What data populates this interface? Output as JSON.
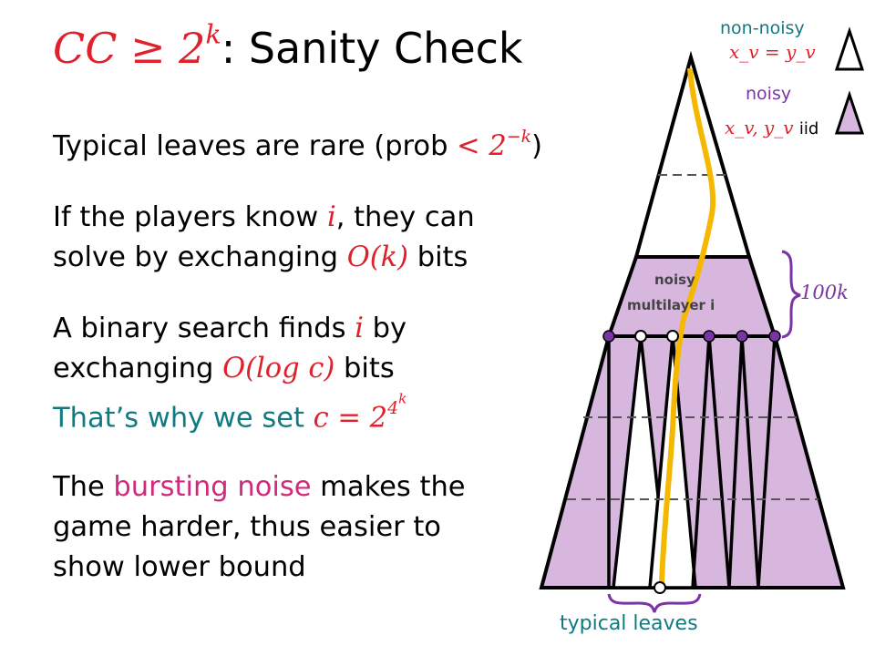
{
  "title": {
    "math": "CC ≥ 2",
    "exp": "k",
    "rest": ": Sanity Check"
  },
  "body": {
    "p1": {
      "text": "Typical leaves are rare (prob ",
      "math": "< 2",
      "exp": "−k",
      "close": ")"
    },
    "p2": {
      "a": "If the players know ",
      "i": "i",
      "b": ", they can",
      "c": "solve by exchanging ",
      "m": "O(k)",
      "d": " bits"
    },
    "p3": {
      "a": "A binary search finds ",
      "i": "i",
      "b": " by",
      "c": "exchanging ",
      "m": "O(log c)",
      "d": " bits"
    },
    "p4": {
      "a": "That’s why we set ",
      "m": "c = 2",
      "e1": "4",
      "e2": "k"
    },
    "p5": {
      "a": "The ",
      "hl": "bursting noise",
      "b": " makes the",
      "l2": "game harder, thus easier to",
      "l3": "show lower bound"
    }
  },
  "legend": {
    "nonnoisy_label": "non-noisy",
    "nonnoisy_math": "x_v = y_v",
    "noisy_label": "noisy",
    "noisy_math": "x_v, y_v",
    "noisy_iid": "iid"
  },
  "figure": {
    "band_label_1": "noisy",
    "band_label_2": "multilayer i",
    "brace_label": "100k",
    "bottom_label": "typical leaves"
  },
  "colors": {
    "math": "#e0202a",
    "teal": "#117a80",
    "pink": "#d02a7c",
    "purple": "#7a34a6",
    "fill": "#d8b7df",
    "path": "#f5b800"
  }
}
